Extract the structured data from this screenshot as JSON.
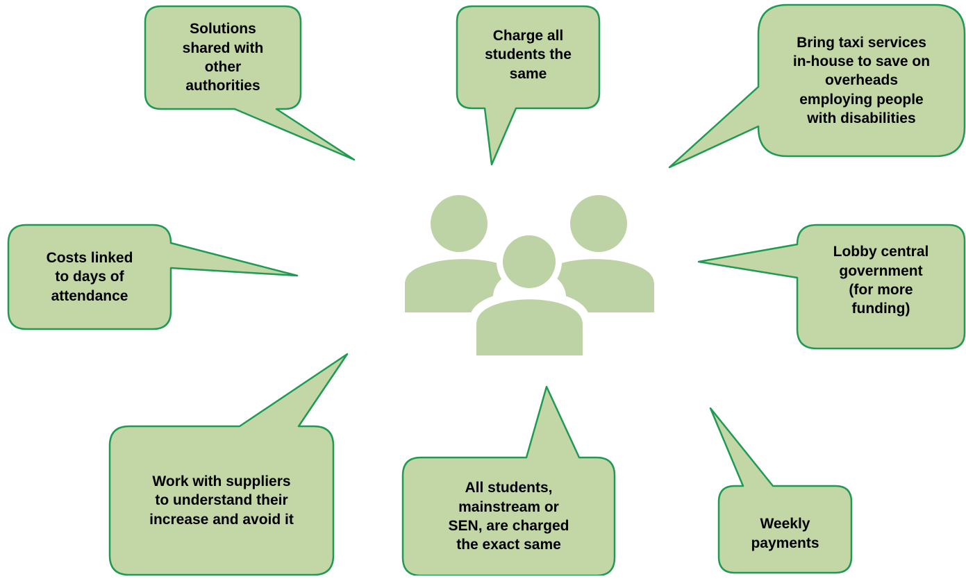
{
  "colors": {
    "bubble_fill": "#c3d6a6",
    "bubble_stroke": "#1e9a53",
    "people_icon": "#bdd3a6"
  },
  "icon": {
    "name": "people-group-icon"
  },
  "bubbles": {
    "solutions_shared": "Solutions\nshared with\nother\nauthorities",
    "charge_all_same": "Charge all\nstudents the\nsame",
    "taxi_in_house": "Bring taxi services\nin-house to save on\noverheads\nemploying people\nwith disabilities",
    "costs_linked": "Costs linked\nto days of\nattendance",
    "lobby_government": "Lobby central\ngovernment\n(for more\nfunding)",
    "work_with_suppliers": "Work with suppliers\nto understand their\nincrease and avoid it",
    "all_students_same": "All students,\nmainstream or\nSEN, are charged\nthe exact same",
    "weekly_payments": "Weekly\npayments"
  }
}
